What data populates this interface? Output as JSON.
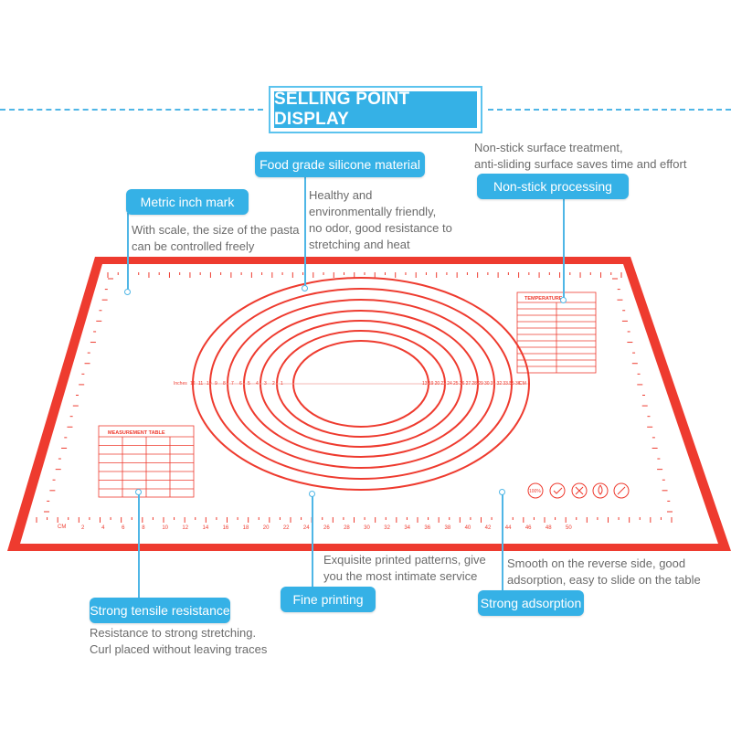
{
  "title": "SELLING POINT DISPLAY",
  "callouts": {
    "metric": {
      "label": "Metric inch mark",
      "desc": [
        "With scale, the size of the pasta",
        "can be controlled freely"
      ]
    },
    "food": {
      "label": "Food grade silicone material",
      "desc": [
        "Healthy and",
        "environmentally friendly,",
        "no odor, good resistance to",
        "stretching and heat"
      ]
    },
    "nonstick": {
      "label": "Non-stick processing",
      "desc": [
        "Non-stick surface treatment,",
        "anti-sliding surface saves time and effort"
      ]
    },
    "tensile": {
      "label": "Strong tensile resistance",
      "desc": [
        "Resistance to strong stretching.",
        "Curl placed without leaving traces"
      ]
    },
    "printing": {
      "label": "Fine printing",
      "desc": [
        "Exquisite printed patterns, give",
        "you the most intimate service"
      ]
    },
    "adsorption": {
      "label": "Strong adsorption",
      "desc": [
        "Smooth on the reverse side, good",
        "adsorption, easy to slide on the table"
      ]
    }
  },
  "mat": {
    "cm_label": "CM",
    "inches_label": "Inches",
    "bottom_scale": [
      "2",
      "4",
      "6",
      "8",
      "10",
      "12",
      "14",
      "16",
      "18",
      "20",
      "22",
      "24",
      "26",
      "28",
      "30",
      "32",
      "34",
      "36",
      "38",
      "40",
      "42",
      "44",
      "46",
      "48",
      "50"
    ],
    "center_scale_left": [
      "12",
      "11",
      "10",
      "9",
      "8",
      "7",
      "6",
      "5",
      "4",
      "3",
      "2",
      "1"
    ],
    "center_scale_right": [
      "13",
      "19",
      "20",
      "22",
      "24",
      "25",
      "26",
      "27",
      "28",
      "29",
      "30",
      "31",
      "32",
      "33.5",
      "35",
      "36"
    ],
    "measurement_table": {
      "title": "MEASUREMENT TABLE"
    },
    "temperature_table": {
      "title": "TEMPERATURE"
    },
    "accent": "#ee3b2f",
    "brand_blue": "#35b1e6"
  }
}
